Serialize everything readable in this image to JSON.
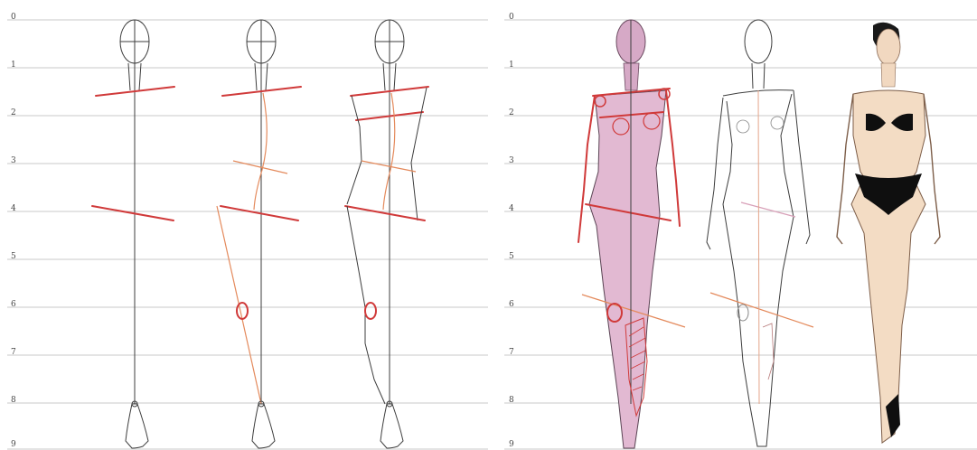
{
  "panels": [
    {
      "id": "left-panel",
      "scale_numbers": [
        "0",
        "1",
        "2",
        "3",
        "4",
        "5",
        "6",
        "7",
        "8",
        "9"
      ]
    },
    {
      "id": "right-panel",
      "scale_numbers": [
        "0",
        "1",
        "2",
        "3",
        "4",
        "5",
        "6",
        "7",
        "8",
        "9"
      ]
    }
  ],
  "colors": {
    "guideline": "#b9b9b9",
    "construction": "#d03a3a",
    "secondary": "#e48a5c",
    "outline": "#3d3d3d",
    "fill_tint": "#e2b9d2",
    "skin": "#f3dcc4",
    "swimwear": "#111111"
  },
  "figures": [
    {
      "name": "figure-1-balance-line"
    },
    {
      "name": "figure-2-spine-curve"
    },
    {
      "name": "figure-3-torso-blocks"
    },
    {
      "name": "figure-4-shaded-body"
    },
    {
      "name": "figure-5-line-sketch"
    },
    {
      "name": "figure-6-rendered-model"
    }
  ]
}
